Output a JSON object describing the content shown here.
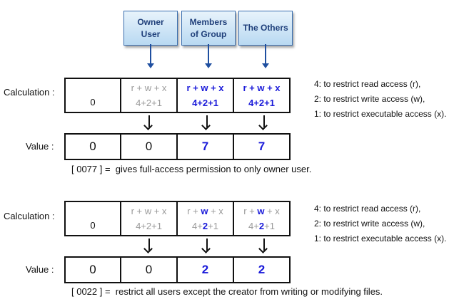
{
  "headers": [
    {
      "line1": "Owner",
      "line2": "User"
    },
    {
      "line1": "Members",
      "line2": "of Group"
    },
    {
      "line1": "The Others",
      "line2": ""
    }
  ],
  "labels": {
    "calculation": "Calculation :",
    "value": "Value :"
  },
  "example1": {
    "zero": "0",
    "cells": [
      {
        "expr": "r + w + x",
        "sum": "4+2+1"
      },
      {
        "expr": "r + w + x",
        "sum": "4+2+1"
      },
      {
        "expr": "r + w + x",
        "sum": "4+2+1"
      }
    ],
    "values": [
      "0",
      "0",
      "7",
      "7"
    ],
    "notes": [
      "4: to restrict read access (r),",
      "2: to restrict write access (w),",
      "1: to restrict executable access (x)."
    ],
    "caption": "[ 0077 ] =  gives full-access permission to only owner user."
  },
  "example2": {
    "zero": "0",
    "cells": [
      {
        "expr": "r + w + x",
        "sum": "4+2+1"
      },
      {
        "expr_pre": "r + ",
        "expr_w": "w",
        "expr_post": " + x",
        "sum_pre": "4+",
        "sum_2": "2",
        "sum_post": "+1"
      },
      {
        "expr_pre": "r + ",
        "expr_w": "w",
        "expr_post": " + x",
        "sum_pre": "4+",
        "sum_2": "2",
        "sum_post": "+1"
      }
    ],
    "values": [
      "0",
      "0",
      "2",
      "2"
    ],
    "notes": [
      "4: to restrict read access (r),",
      "2: to restrict write access (w),",
      "1: to restrict executable access (x)."
    ],
    "caption": "[ 0022 ] =  restrict all users except the creator from writing or modifying files."
  }
}
